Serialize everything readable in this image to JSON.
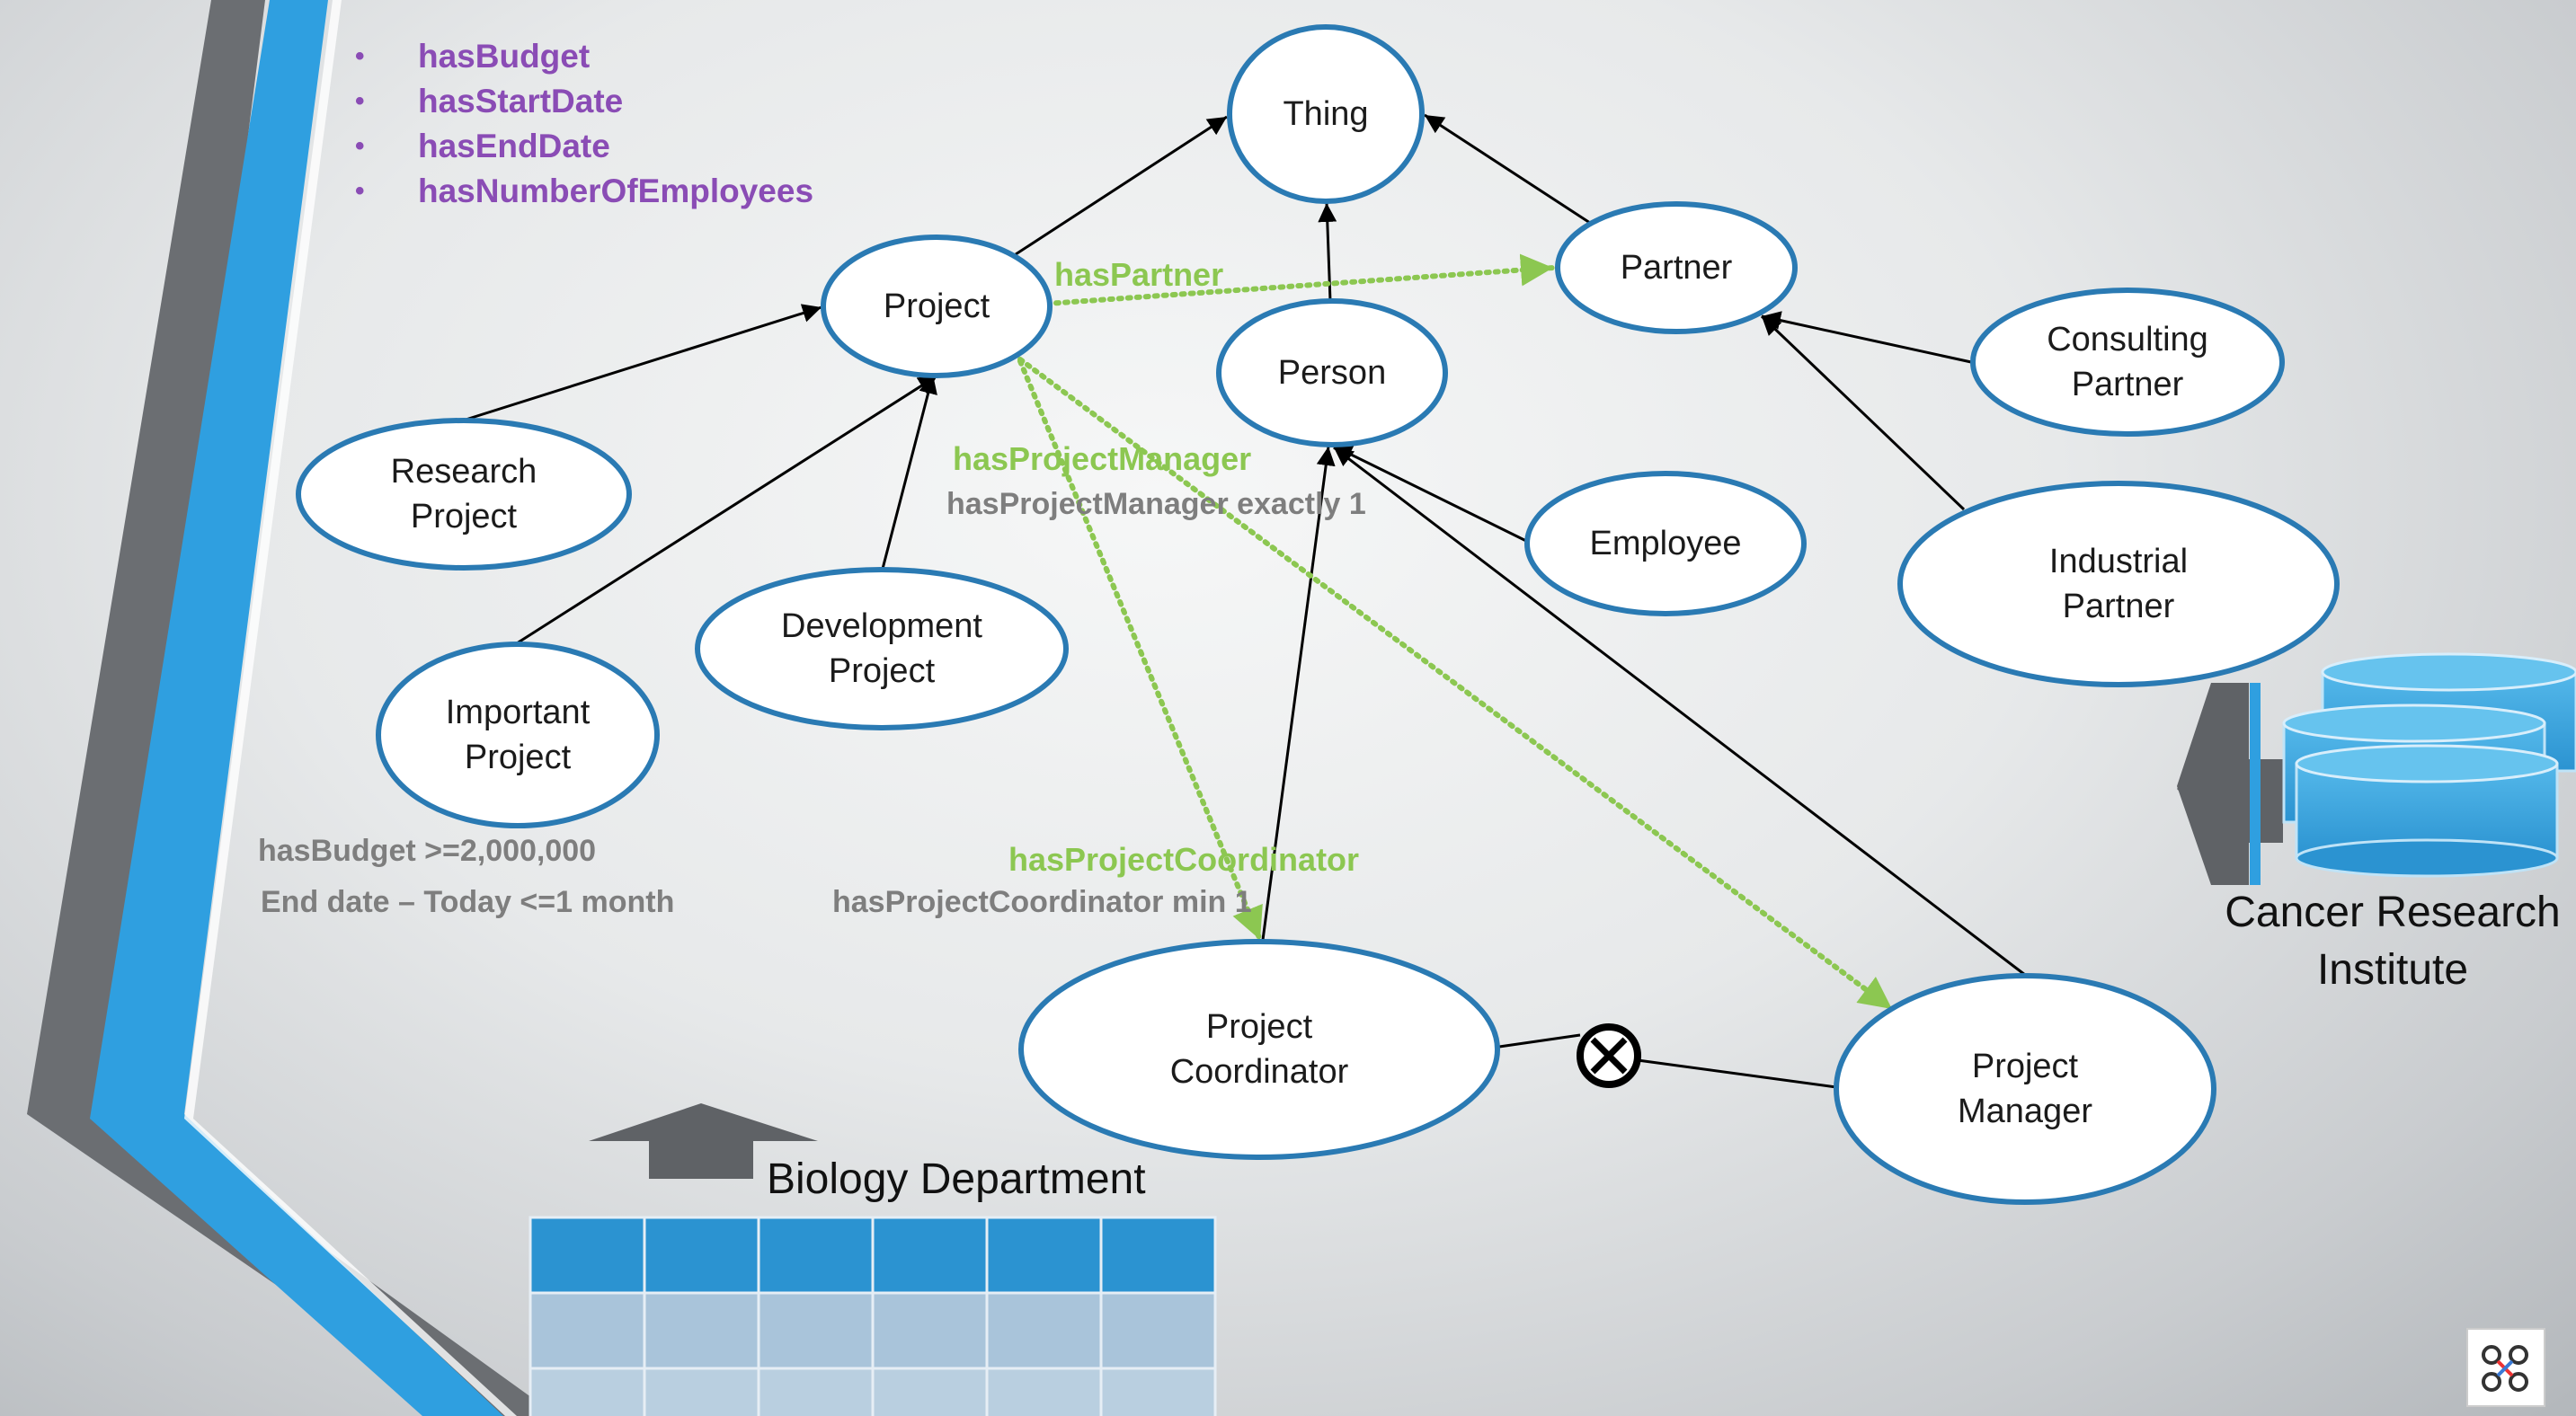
{
  "attributes": [
    "hasBudget",
    "hasStartDate",
    "hasEndDate",
    "hasNumberOfEmployees"
  ],
  "nodes": {
    "thing": "Thing",
    "project": "Project",
    "partner": "Partner",
    "person": "Person",
    "consulting_partner": "Consulting\nPartner",
    "research_project": "Research\nProject",
    "employee": "Employee",
    "industrial_partner": "Industrial\nPartner",
    "development_project": "Development\nProject",
    "important_project": "Important\nProject",
    "project_coordinator": "Project\nCoordinator",
    "project_manager": "Project\nManager"
  },
  "relations": {
    "has_partner": "hasPartner",
    "has_project_manager": "hasProjectManager",
    "has_project_coordinator": "hasProjectCoordinator"
  },
  "constraints": {
    "pm_exactly": "hasProjectManager exactly 1",
    "budget": "hasBudget >=2,000,000",
    "end_date": "End date – Today <=1 month",
    "pc_min": "hasProjectCoordinator min 1"
  },
  "captions": {
    "biology": "Biology Department",
    "cancer": "Cancer Research\nInstitute"
  },
  "icons": {
    "disjoint": "circled-times-icon",
    "bullet": "•"
  },
  "colors": {
    "node_border": "#2a7ab3",
    "relation_green": "#8cc751",
    "attribute_purple": "#8a4cb5",
    "constraint_gray": "#7e7e7e",
    "accent_blue": "#2e9fdc"
  }
}
